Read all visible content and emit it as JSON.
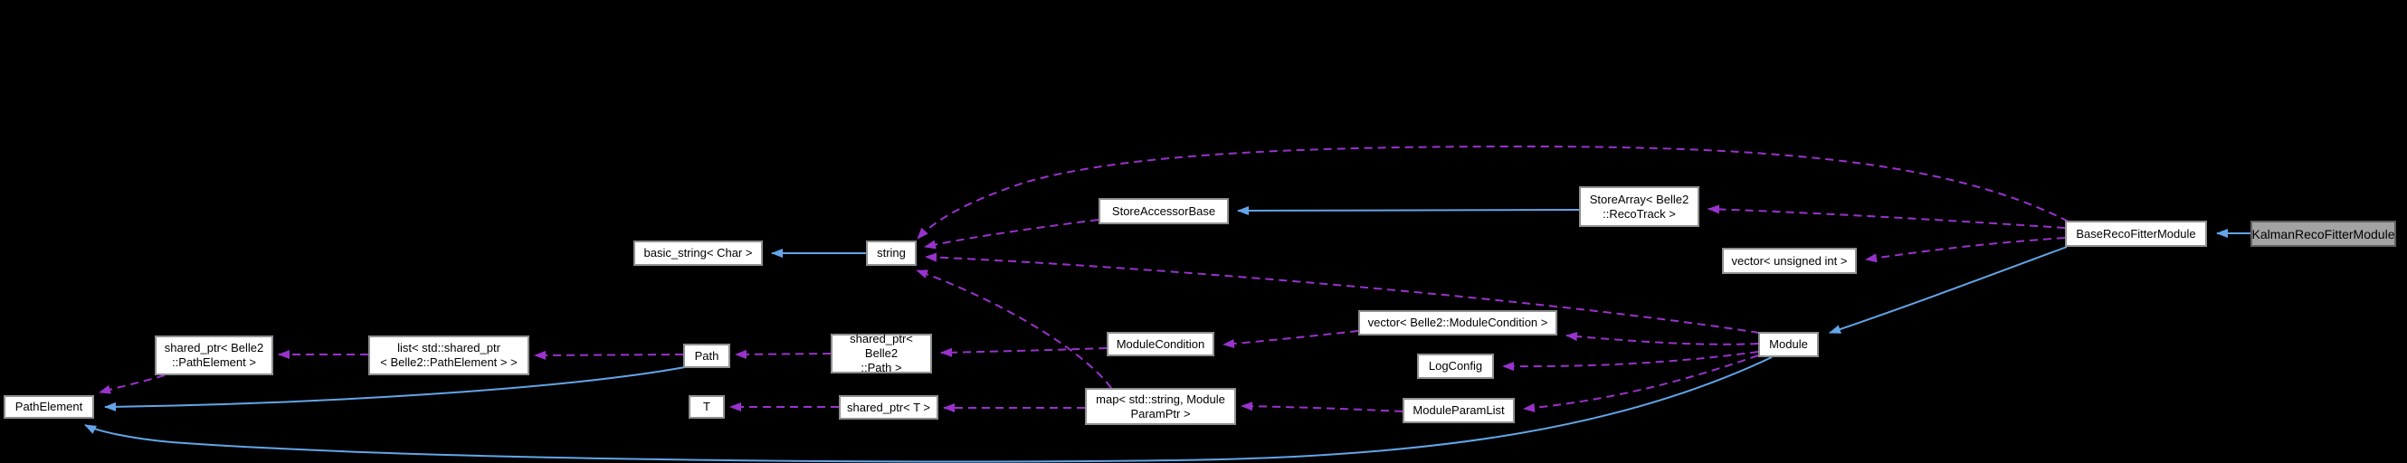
{
  "diagram": {
    "kind": "class-collaboration-graph",
    "focus_class": "KalmanRecoFitterModule"
  },
  "colors": {
    "bg": "#000000",
    "node_fill": "#ffffff",
    "node_border": "#8f9092",
    "hl_fill": "#a3a3a3",
    "hl_border": "#5f5f5f",
    "inh": "#63a5e8",
    "use": "#9a32cd",
    "text": "#000000"
  },
  "nodes": [
    {
      "id": "pathelement",
      "label": "PathElement",
      "highlighted": false
    },
    {
      "id": "sp-pathelement",
      "label": "shared_ptr< Belle2\n::PathElement >",
      "highlighted": false
    },
    {
      "id": "list-sp-pathelement",
      "label": "list< std::shared_ptr\n< Belle2::PathElement > >",
      "highlighted": false
    },
    {
      "id": "path",
      "label": "Path",
      "highlighted": false
    },
    {
      "id": "t",
      "label": "T",
      "highlighted": false
    },
    {
      "id": "basic-string",
      "label": "basic_string< Char >",
      "highlighted": false
    },
    {
      "id": "string",
      "label": "string",
      "highlighted": false
    },
    {
      "id": "sp-path",
      "label": "shared_ptr< Belle2\n::Path >",
      "highlighted": false
    },
    {
      "id": "sp-t",
      "label": "shared_ptr< T >",
      "highlighted": false
    },
    {
      "id": "storeaccessorbase",
      "label": "StoreAccessorBase",
      "highlighted": false
    },
    {
      "id": "modulecondition",
      "label": "ModuleCondition",
      "highlighted": false
    },
    {
      "id": "map-moduleparamptr",
      "label": "map< std::string, Module\nParamPtr >",
      "highlighted": false
    },
    {
      "id": "vector-modulecondition",
      "label": "vector< Belle2::ModuleCondition >",
      "highlighted": false
    },
    {
      "id": "logconfig",
      "label": "LogConfig",
      "highlighted": false
    },
    {
      "id": "moduleparamlist",
      "label": "ModuleParamList",
      "highlighted": false
    },
    {
      "id": "storearray-recotrack",
      "label": "StoreArray< Belle2\n::RecoTrack >",
      "highlighted": false
    },
    {
      "id": "vector-unsigned-int",
      "label": "vector< unsigned int >",
      "highlighted": false
    },
    {
      "id": "module",
      "label": "Module",
      "highlighted": false
    },
    {
      "id": "baserecofittermodule",
      "label": "BaseRecoFitterModule",
      "highlighted": false
    },
    {
      "id": "kalmanrecofittermodule",
      "label": "KalmanRecoFitterModule",
      "highlighted": true
    }
  ],
  "edges": [
    {
      "from": "kalmanrecofittermodule",
      "to": "baserecofittermodule",
      "type": "inheritance"
    },
    {
      "from": "baserecofittermodule",
      "to": "module",
      "type": "inheritance"
    },
    {
      "from": "module",
      "to": "pathelement",
      "type": "inheritance"
    },
    {
      "from": "path",
      "to": "pathelement",
      "type": "inheritance"
    },
    {
      "from": "storearray-recotrack",
      "to": "storeaccessorbase",
      "type": "inheritance"
    },
    {
      "from": "string",
      "to": "basic-string",
      "type": "inheritance"
    },
    {
      "from": "baserecofittermodule",
      "to": "string",
      "type": "usage"
    },
    {
      "from": "baserecofittermodule",
      "to": "storearray-recotrack",
      "type": "usage"
    },
    {
      "from": "baserecofittermodule",
      "to": "vector-unsigned-int",
      "type": "usage"
    },
    {
      "from": "storeaccessorbase",
      "to": "string",
      "type": "usage"
    },
    {
      "from": "module",
      "to": "string",
      "type": "usage"
    },
    {
      "from": "module",
      "to": "vector-modulecondition",
      "type": "usage"
    },
    {
      "from": "module",
      "to": "logconfig",
      "type": "usage"
    },
    {
      "from": "module",
      "to": "moduleparamlist",
      "type": "usage"
    },
    {
      "from": "vector-modulecondition",
      "to": "modulecondition",
      "type": "usage"
    },
    {
      "from": "modulecondition",
      "to": "sp-path",
      "type": "usage"
    },
    {
      "from": "map-moduleparamptr",
      "to": "string",
      "type": "usage"
    },
    {
      "from": "moduleparamlist",
      "to": "map-moduleparamptr",
      "type": "usage"
    },
    {
      "from": "map-moduleparamptr",
      "to": "sp-t",
      "type": "usage"
    },
    {
      "from": "sp-t",
      "to": "t",
      "type": "usage"
    },
    {
      "from": "sp-path",
      "to": "path",
      "type": "usage"
    },
    {
      "from": "path",
      "to": "list-sp-pathelement",
      "type": "usage"
    },
    {
      "from": "list-sp-pathelement",
      "to": "sp-pathelement",
      "type": "usage"
    },
    {
      "from": "sp-pathelement",
      "to": "pathelement",
      "type": "usage"
    }
  ]
}
